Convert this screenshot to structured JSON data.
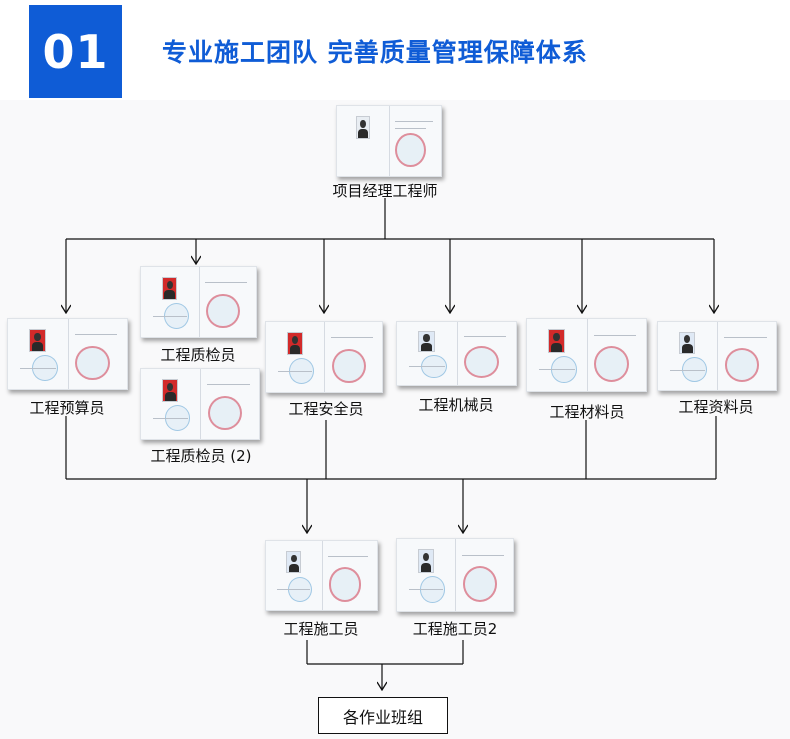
{
  "header": {
    "number": "01",
    "title": "专业施工团队  完善质量管理保障体系"
  },
  "colors": {
    "accent": "#0f5cd6",
    "line": "#111111"
  },
  "nodes": {
    "manager": "项目经理工程师",
    "budget": "工程预算员",
    "quality1": "工程质检员",
    "quality2": "工程质检员 (2)",
    "safety": "工程安全员",
    "mechanic": "工程机械员",
    "material": "工程材料员",
    "document": "工程资料员",
    "construct1": "工程施工员",
    "construct2": "工程施工员2",
    "teams": "各作业班组"
  }
}
